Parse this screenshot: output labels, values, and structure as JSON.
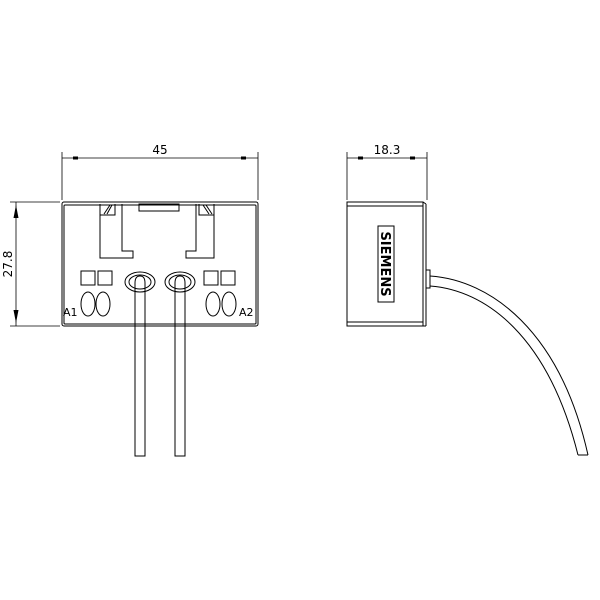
{
  "drawing": {
    "front_view": {
      "width_dim": "45",
      "height_dim": "27.8",
      "terminal_left": "A1",
      "terminal_right": "A2"
    },
    "side_view": {
      "depth_dim": "18.3",
      "brand": "SIEMENS"
    }
  },
  "colors": {
    "line": "#000000",
    "background": "#ffffff"
  }
}
